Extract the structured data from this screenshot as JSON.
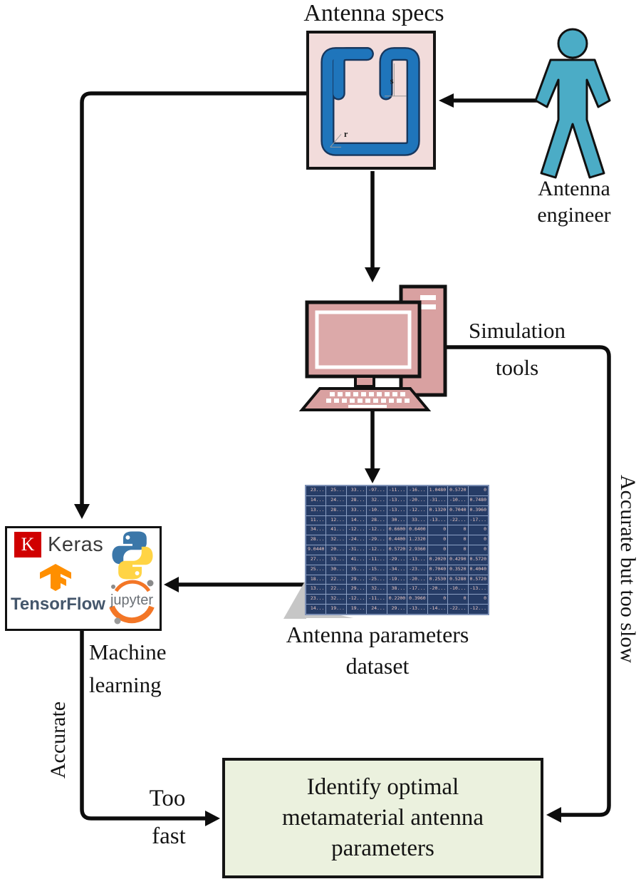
{
  "antenna": {
    "title": "Antenna specs",
    "dim_slot": "s",
    "dim_radius": "r"
  },
  "engineer": {
    "line1": "Antenna",
    "line2": "engineer"
  },
  "simulation": {
    "line1": "Simulation",
    "line2": "tools"
  },
  "dataset": {
    "label_line1": "Antenna parameters",
    "label_line2": "dataset",
    "rows": [
      [
        "23...",
        "25...",
        "33...",
        "-97...",
        "-11...",
        "-16...",
        "1.0480",
        "0.5720",
        "0"
      ],
      [
        "14...",
        "24...",
        "28...",
        "32...",
        "-13...",
        "-20...",
        "-31...",
        "-10...",
        "0.7480"
      ],
      [
        "13...",
        "28...",
        "33...",
        "-10...",
        "-13...",
        "-12...",
        "0.1320",
        "0.7040",
        "0.3960"
      ],
      [
        "11...",
        "12...",
        "14...",
        "28...",
        "30...",
        "33...",
        "-13...",
        "-22...",
        "-17..."
      ],
      [
        "34...",
        "41...",
        "-12...",
        "-12...",
        "0.6600",
        "0.6400",
        "0",
        "0",
        "0"
      ],
      [
        "28...",
        "32...",
        "-24...",
        "-29...",
        "0.4400",
        "1.2320",
        "0",
        "0",
        "0"
      ],
      [
        "9.0440",
        "20...",
        "-31...",
        "-12...",
        "0.5720",
        "2.9360",
        "0",
        "0",
        "0"
      ],
      [
        "27...",
        "33...",
        "41...",
        "-11...",
        "-29...",
        "-13...",
        "0.2020",
        "0.4290",
        "0.5720"
      ],
      [
        "25...",
        "30...",
        "35...",
        "-15...",
        "-34...",
        "-23...",
        "0.7040",
        "0.3520",
        "0.4040"
      ],
      [
        "18...",
        "22...",
        "29...",
        "-25...",
        "-19...",
        "-20...",
        "0.2530",
        "0.5280",
        "0.5720"
      ],
      [
        "13...",
        "22...",
        "29...",
        "32...",
        "38...",
        "-17...",
        "-20...",
        "-10...",
        "-13..."
      ],
      [
        "23...",
        "32...",
        "-12...",
        "-11...",
        "0.2200",
        "0.3960",
        "0",
        "0",
        "0"
      ],
      [
        "14...",
        "19...",
        "19...",
        "24...",
        "29...",
        "-13...",
        "-14...",
        "-22...",
        "-12..."
      ]
    ]
  },
  "ml": {
    "label_line1": "Machine",
    "label_line2": "learning",
    "keras_k": "K",
    "keras": "Keras",
    "tensorflow": "TensorFlow",
    "jupyter": "jupyter"
  },
  "decision": {
    "line1": "Identify optimal",
    "line2": "metamaterial antenna",
    "line3": "parameters"
  },
  "edges": {
    "ml_accuracy": "Accurate",
    "ml_speed_line1": "Too",
    "ml_speed_line2": "fast",
    "sim_tradeoff": "Accurate but too slow"
  },
  "colors": {
    "person": "#4BACC6",
    "antenna_fill": "#F2DCDB",
    "antenna_trace": "#1F75BB",
    "computer": "#D9A1A1",
    "dataset_bg": "#263C66",
    "dataset_text": "#ECC8C2",
    "decision_fill": "#EBF1DE",
    "keras_red": "#D00000",
    "tf_orange": "#FF8F00",
    "python_blue": "#3B77A9",
    "python_yellow": "#FFD445",
    "jupyter_orange": "#F37626"
  }
}
